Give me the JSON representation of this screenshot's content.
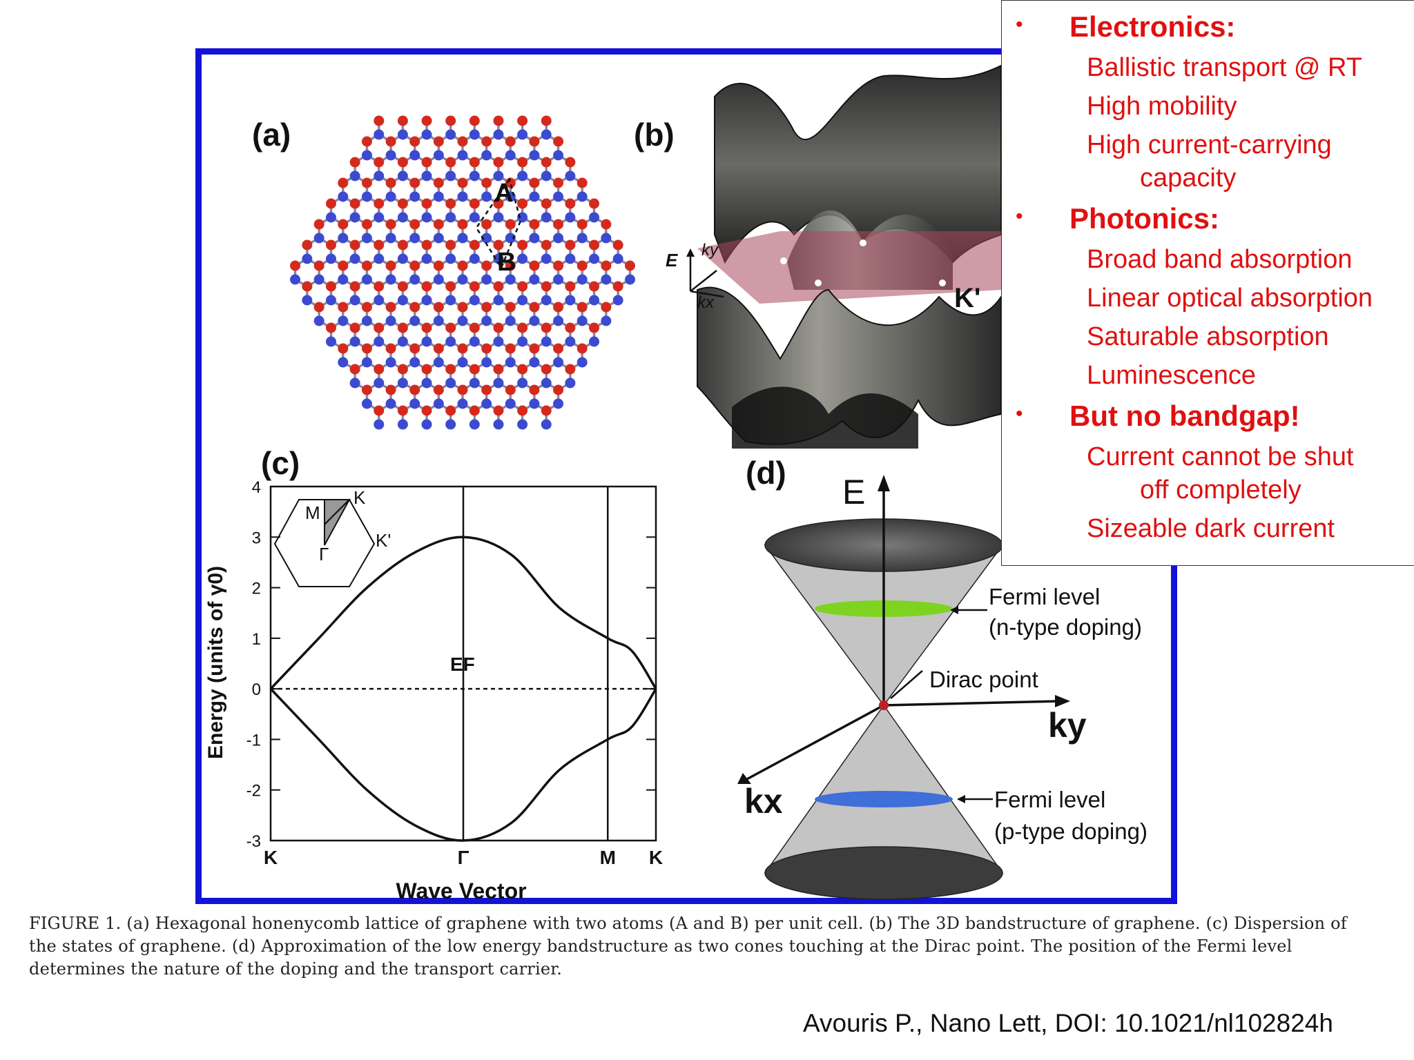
{
  "figure": {
    "panel_labels": [
      "(a)",
      "(b)",
      "(c)",
      "(d)"
    ],
    "lattice": {
      "site_a": "A",
      "site_b": "B",
      "colors": {
        "atom_a": "#d42a1e",
        "atom_b": "#3c4ad0",
        "bond": "#8a8aa0"
      }
    },
    "band3d": {
      "axis_e": "E",
      "axis_ky": "ky",
      "axis_kx": "kx",
      "point_label": "K'"
    },
    "cone": {
      "axis_e": "E",
      "axis_ky": "ky",
      "axis_kx": "kx",
      "fermi_n_line1": "Fermi level",
      "fermi_n_line2": "(n-type doping)",
      "dirac": "Dirac point",
      "fermi_p_line1": "Fermi level",
      "fermi_p_line2": "(p-type doping)",
      "colors": {
        "n_level": "#7ed321",
        "p_level": "#3f6fd8",
        "cone": "#c4c4c4"
      }
    }
  },
  "chart_data": {
    "type": "line",
    "ylabel": "Energy (units of γ0)",
    "xlabel": "Wave Vector",
    "x_ticks": [
      "K",
      "Γ",
      "M",
      "K"
    ],
    "y_ticks": [
      "4",
      "3",
      "2",
      "1",
      "0",
      "-1",
      "-2",
      "-3"
    ],
    "ylim": [
      -3,
      4
    ],
    "fermi_label": "EF",
    "inset_labels": {
      "M": "M",
      "K": "K",
      "Gamma": "Γ",
      "Kprime": "K'"
    },
    "series": [
      {
        "points": [
          [
            0,
            0
          ],
          [
            0.5,
            1.0
          ],
          [
            1,
            2.0
          ],
          [
            1.5,
            2.7
          ],
          [
            2,
            3.0
          ],
          [
            2.5,
            2.65
          ],
          [
            3,
            1.6
          ],
          [
            3.5,
            1.0
          ],
          [
            3.75,
            0.75
          ],
          [
            4,
            0
          ]
        ]
      },
      {
        "points": [
          [
            0,
            0
          ],
          [
            0.5,
            -1.0
          ],
          [
            1,
            -2.0
          ],
          [
            1.5,
            -2.7
          ],
          [
            2,
            -3.0
          ],
          [
            2.5,
            -2.65
          ],
          [
            3,
            -1.6
          ],
          [
            3.5,
            -1.0
          ],
          [
            3.75,
            -0.75
          ],
          [
            4,
            0
          ]
        ]
      }
    ],
    "fermi_level": 0,
    "grid": false
  },
  "caption": "FIGURE 1. (a) Hexagonal honenycomb lattice of graphene with two atoms (A and B) per unit cell. (b) The 3D bandstructure of graphene. (c) Dispersion of the states of graphene. (d) Approximation of the low energy bandstructure as two cones touching at the Dirac point. The position of the Fermi level determines the nature of the doping and the transport carrier.",
  "citation": "Avouris P., Nano Lett, DOI: 10.1021/nl102824h",
  "bullets": {
    "bullet_char": "•",
    "electronics": {
      "heading": "Electronics:",
      "items": [
        "Ballistic transport @ RT",
        "High mobility",
        "High current-carrying",
        "capacity"
      ]
    },
    "photonics": {
      "heading": "Photonics:",
      "items": [
        "Broad band absorption",
        "Linear optical absorption",
        "Saturable absorption",
        "Luminescence"
      ]
    },
    "bandgap": {
      "heading": "But no bandgap!",
      "items": [
        "Current cannot be shut",
        "off completely",
        "Sizeable dark current"
      ]
    }
  },
  "colors": {
    "frame": "#1212d8",
    "text_red": "#e01010"
  }
}
